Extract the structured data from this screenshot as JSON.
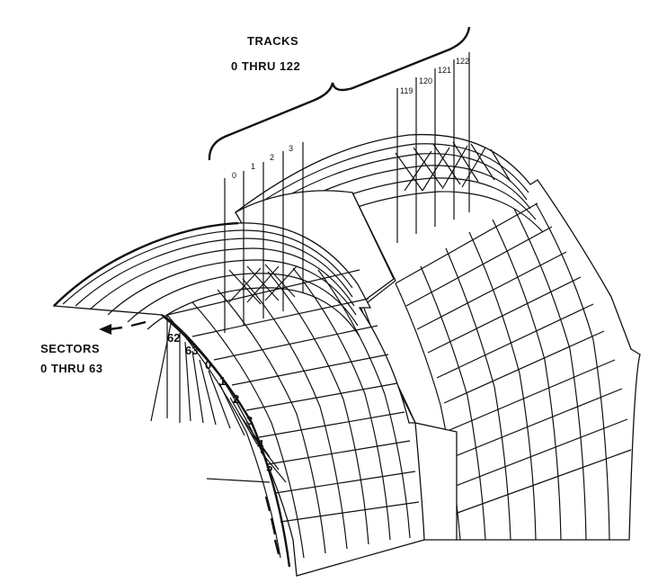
{
  "tracks": {
    "title": "TRACKS",
    "range": "0 THRU 122",
    "left_labels": [
      "0",
      "1",
      "2",
      "3"
    ],
    "right_labels": [
      "119",
      "120",
      "121",
      "122"
    ]
  },
  "sectors": {
    "title": "SECTORS",
    "range": "0 THRU 63",
    "labels": [
      "62",
      "63",
      "0",
      "1",
      "2",
      "3",
      "4",
      "5"
    ]
  },
  "colors": {
    "ink": "#111111",
    "paper": "#ffffff"
  }
}
